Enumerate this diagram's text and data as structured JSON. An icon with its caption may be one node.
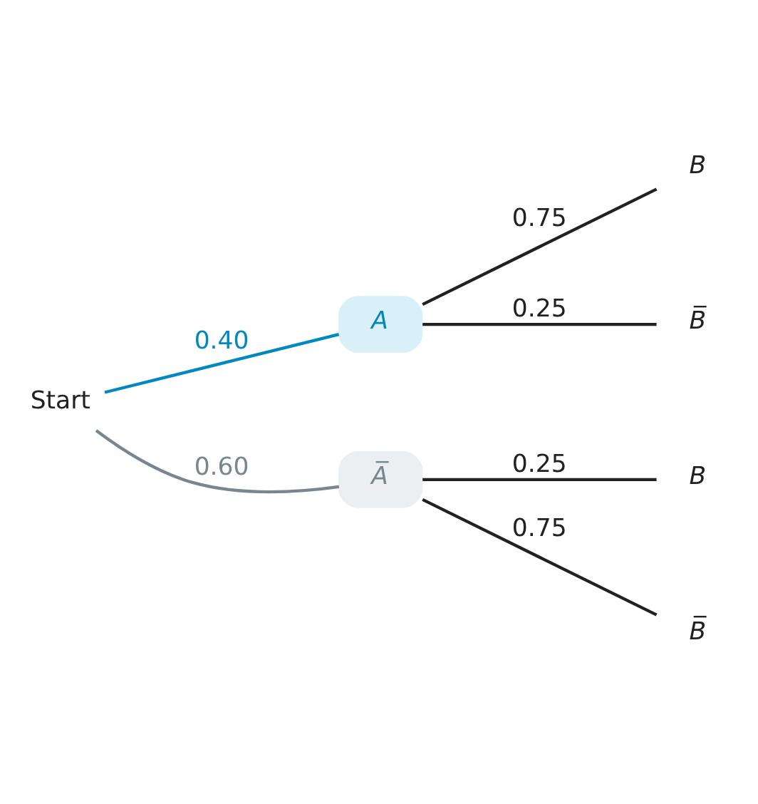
{
  "diagram": {
    "nodes": [
      {
        "text": [
          "Start"
        ]
      },
      {
        "text": [
          "A"
        ]
      },
      {
        "text": [
          "A̅"
        ]
      },
      {
        "text": [
          "B"
        ]
      },
      {
        "text": [
          "B̅"
        ]
      },
      {
        "text": [
          "B"
        ]
      },
      {
        "text": [
          "B̅"
        ]
      }
    ],
    "edges": [
      {
        "from": 0,
        "to": 1,
        "arrow": "none",
        "label": "0.40",
        "color": "#0288c0"
      },
      {
        "from": 0,
        "to": 2,
        "arrow": "none",
        "label": "0.60",
        "color": "#78868f"
      },
      {
        "from": 1,
        "to": 3,
        "arrow": "none",
        "label": "0.75"
      },
      {
        "from": 1,
        "to": 4,
        "arrow": "none",
        "label": "0.25"
      },
      {
        "from": 2,
        "to": 5,
        "arrow": "none",
        "label": "0.25"
      },
      {
        "from": 2,
        "to": 6,
        "arrow": "none",
        "label": "0.75"
      }
    ]
  }
}
